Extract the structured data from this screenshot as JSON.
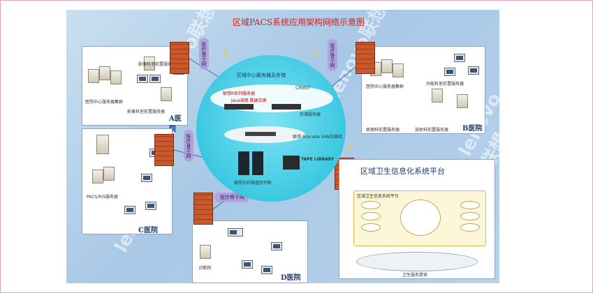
{
  "diagram": {
    "title": "区域PACS系统应用架构网络示意图",
    "watermark": "lenovo联想",
    "hospitals": {
      "a": {
        "name": "A医院",
        "labels": [
          "影像科室前置服务器",
          "医院中心服务器集群",
          "影像科室前置服务器"
        ]
      },
      "b": {
        "name": "B医院",
        "labels": [
          "医院中心服务器集群",
          "功能科室前置服务器",
          "病理科前置服务器",
          "放射科前置服务器"
        ]
      },
      "c": {
        "name": "C医院",
        "labels": [
          "PACS/RIS服务器"
        ]
      },
      "d": {
        "name": "D医院",
        "labels": [
          "诊断网"
        ]
      }
    },
    "network_label": "医疗骨干网",
    "center": {
      "title": "区域中心服务器及存储",
      "labels": [
        "联想R系列服务器",
        "ClRBST",
        "存储服务器",
        "联想-Brocade SAN交换机",
        "TAPE LIBRARY",
        "联想光纤磁盘阵列柜"
      ],
      "link_label": "Java调用 数据交换"
    },
    "platform": {
      "title": "区域卫生信息化系统平台",
      "inner_title": "区域卫生信息系统平台",
      "footer": "卫生服务提供"
    }
  }
}
